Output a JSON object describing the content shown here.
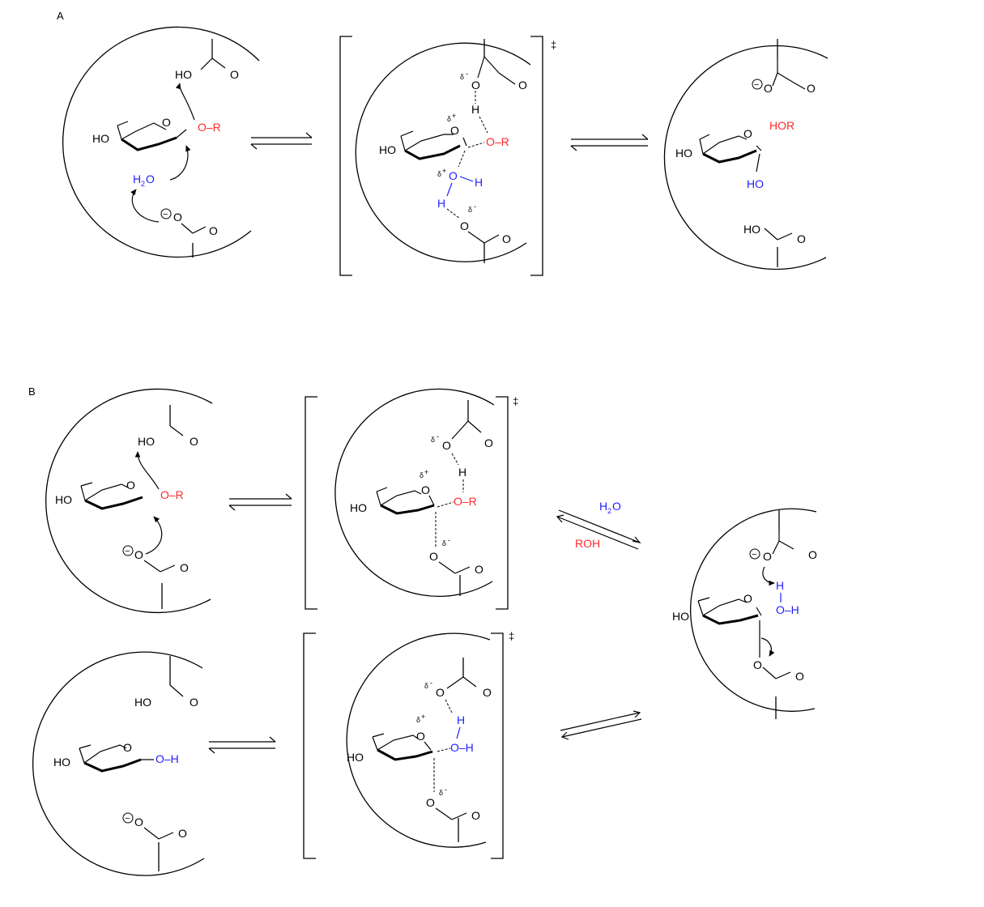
{
  "colors": {
    "black": "#000000",
    "red": "#ff2a2a",
    "blue": "#1f1fff"
  },
  "panels": {
    "a_label": "A",
    "b_label": "B"
  },
  "ts_symbol": "‡",
  "labels": {
    "HO": "HO",
    "O": "O",
    "O_R": "O–R",
    "R": "R",
    "H": "H",
    "H2O": "H",
    "sub2": "2",
    "HOR": "HOR",
    "ROH": "ROH",
    "O_H": "O–H",
    "dplus": "δ",
    "dplus_sign": "+",
    "dminus": "δ",
    "dminus_sign": "-",
    "minus": "−"
  }
}
